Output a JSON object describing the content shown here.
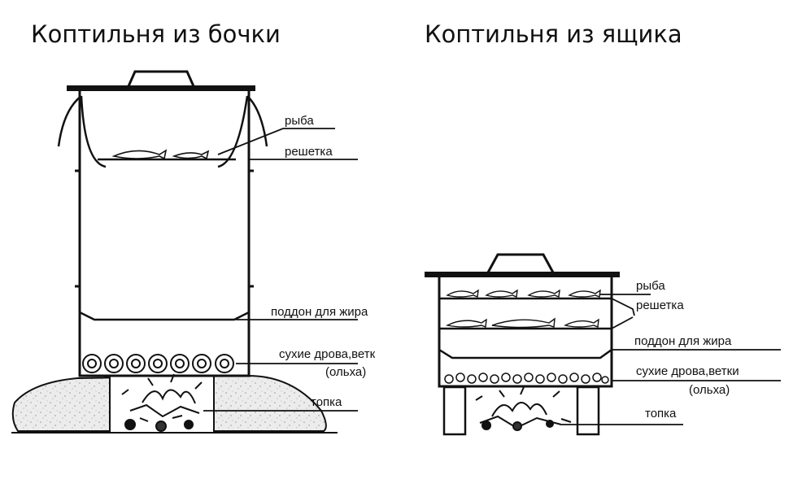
{
  "titles": {
    "barrel": "Коптильня из бочки",
    "box": "Коптильня из ящика"
  },
  "barrel_labels": {
    "fish": "рыба",
    "grate": "решетка",
    "fat_tray": "поддон для жира",
    "wood_line1": "сухие дрова,ветк",
    "wood_line2": "(ольха)",
    "firebox": "топка"
  },
  "box_labels": {
    "fish": "рыба",
    "grate": "решетка",
    "fat_tray": "поддон для жира",
    "wood_line1": "сухие дрова,ветки",
    "wood_line2": "(ольха)",
    "firebox": "топка"
  },
  "colors": {
    "ink": "#111111",
    "ground": "#e9e9e9",
    "background": "#ffffff"
  }
}
